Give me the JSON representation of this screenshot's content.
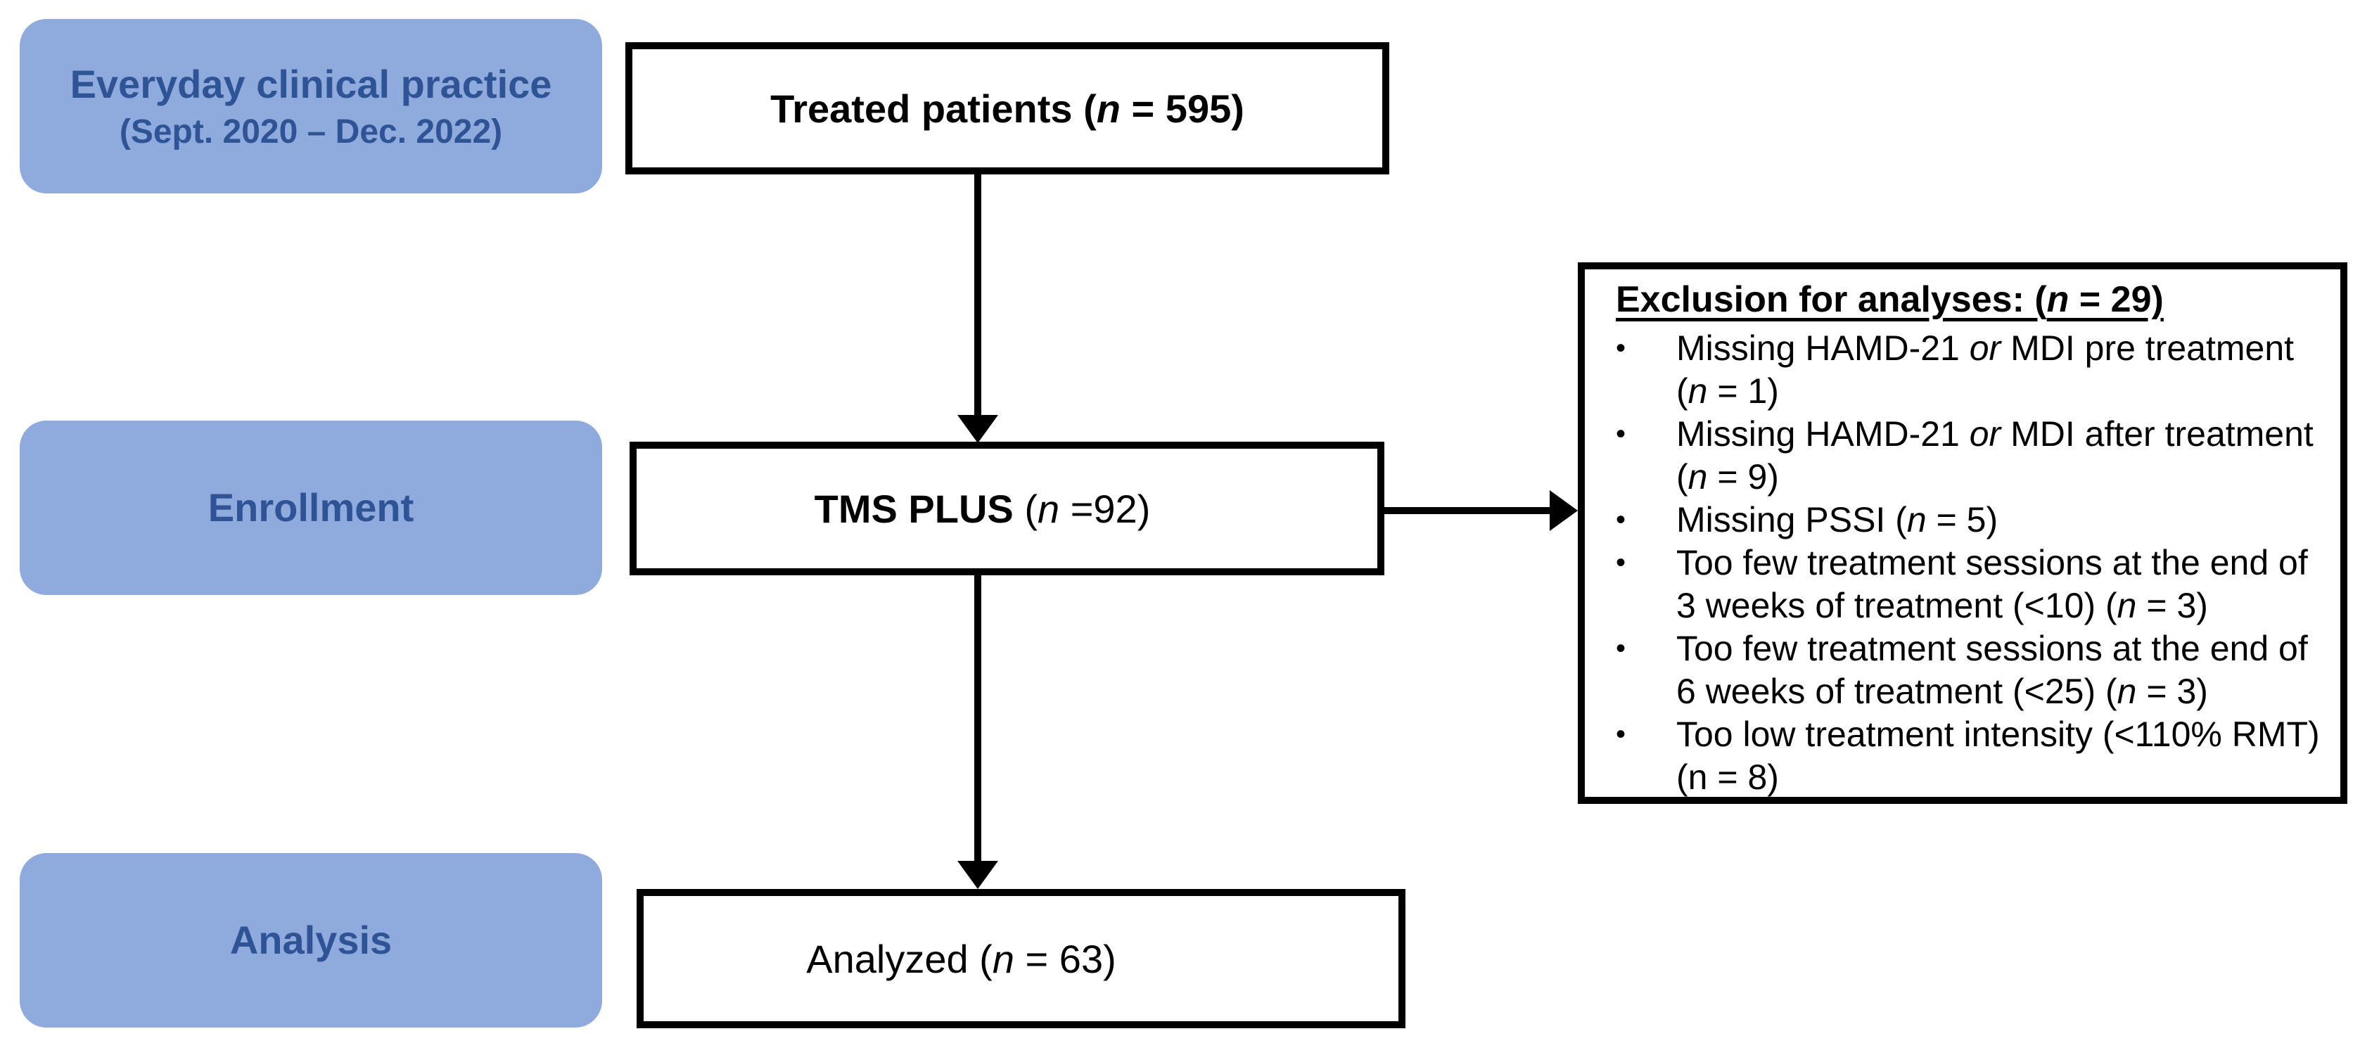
{
  "palette": {
    "stage_fill": "#8FAADC",
    "stage_text": "#2F5496",
    "line_color": "#000000",
    "background": "#FFFFFF"
  },
  "stages": {
    "everyday": {
      "line1": "Everyday clinical practice",
      "line2": "(Sept. 2020 – Dec. 2022)"
    },
    "enrollment": {
      "line1": "Enrollment"
    },
    "analysis": {
      "line1": "Analysis"
    }
  },
  "flow_boxes": {
    "treated": {
      "segments": [
        {
          "t": "Treated patients ("
        },
        {
          "t": "n",
          "i": 1
        },
        {
          "t": " = 595)"
        }
      ]
    },
    "tms": {
      "segments": [
        {
          "t": "TMS PLUS ",
          "b": 1
        },
        {
          "t": "("
        },
        {
          "t": "n",
          "i": 1
        },
        {
          "t": " =92)"
        }
      ]
    },
    "analyzed": {
      "segments": [
        {
          "t": "Analyzed ("
        },
        {
          "t": "n",
          "i": 1
        },
        {
          "t": " = 63)"
        }
      ]
    }
  },
  "exclusion": {
    "bullet_glyph": "•",
    "title_segments": [
      {
        "t": "Exclusion for analyses: ("
      },
      {
        "t": "n",
        "i": 1
      },
      {
        "t": " = 29)"
      }
    ],
    "bullets": [
      {
        "lines": [
          [
            {
              "t": "Missing HAMD-21 "
            },
            {
              "t": "or",
              "i": 1
            },
            {
              "t": " MDI pre treatment"
            }
          ],
          [
            {
              "t": "("
            },
            {
              "t": "n",
              "i": 1
            },
            {
              "t": " = 1)"
            }
          ]
        ]
      },
      {
        "lines": [
          [
            {
              "t": "Missing HAMD-21 "
            },
            {
              "t": "or",
              "i": 1
            },
            {
              "t": " MDI after treatment"
            }
          ],
          [
            {
              "t": "("
            },
            {
              "t": "n",
              "i": 1
            },
            {
              "t": " = 9)"
            }
          ]
        ]
      },
      {
        "lines": [
          [
            {
              "t": "Missing PSSI ("
            },
            {
              "t": "n",
              "i": 1
            },
            {
              "t": " = 5)"
            }
          ]
        ]
      },
      {
        "lines": [
          [
            {
              "t": "Too few treatment sessions at the end of"
            }
          ],
          [
            {
              "t": "3 weeks of treatment (<10) ("
            },
            {
              "t": "n",
              "i": 1
            },
            {
              "t": " = 3)"
            }
          ]
        ]
      },
      {
        "lines": [
          [
            {
              "t": "Too few treatment sessions at the end of"
            }
          ],
          [
            {
              "t": "6 weeks of treatment (<25) ("
            },
            {
              "t": "n",
              "i": 1
            },
            {
              "t": " = 3)"
            }
          ]
        ]
      },
      {
        "lines": [
          [
            {
              "t": "Too low treatment intensity (<110% RMT)"
            }
          ],
          [
            {
              "t": "(n = 8)"
            }
          ]
        ]
      }
    ]
  }
}
